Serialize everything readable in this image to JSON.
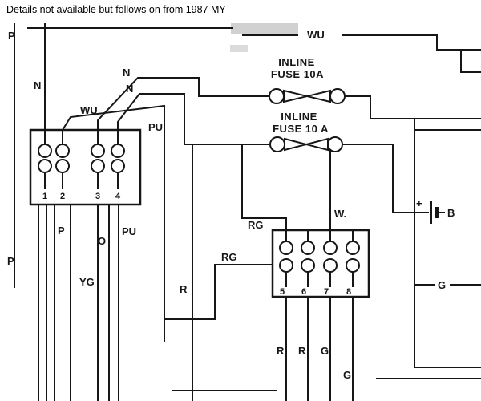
{
  "title": "Details not available but follows on from 1987 MY",
  "fuse1": {
    "line1": "INLINE",
    "line2": "FUSE 10A"
  },
  "fuse2": {
    "line1": "INLINE",
    "line2": "FUSE 10 A"
  },
  "labels": {
    "p_top": "P",
    "n_left": "N",
    "n_upper": "N",
    "n_lower": "N",
    "wu_left": "WU",
    "wu_top": "WU",
    "pu_upper": "PU",
    "p_mid": "P",
    "o_mid": "O",
    "pu_lower": "PU",
    "yg": "YG",
    "p_lower": "P",
    "r_mid": "R",
    "rg_upper": "RG",
    "rg_lower": "RG",
    "w_top": "W.",
    "plus": "+",
    "b": "B",
    "g_right": "G",
    "r_bot1": "R",
    "r_bot2": "R",
    "g_bot1": "G",
    "g_bot2": "G"
  },
  "connector_left": {
    "pins": [
      "1",
      "2",
      "3",
      "4"
    ]
  },
  "connector_right": {
    "pins": [
      "5",
      "6",
      "7",
      "8"
    ]
  },
  "colors": {
    "ink": "#161616",
    "paper": "#ffffff",
    "artifact": "#bdbdbd"
  }
}
